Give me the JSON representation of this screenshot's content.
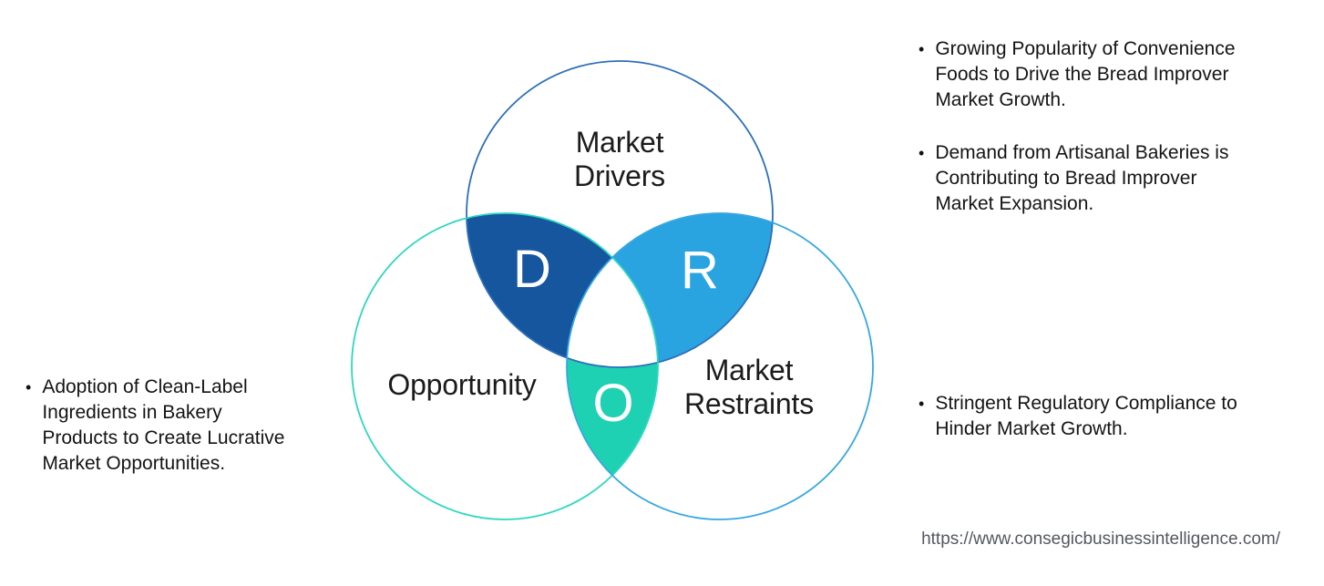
{
  "venn": {
    "top_circle": {
      "label": "Market\nDrivers",
      "outline_color": "#2C6FBA"
    },
    "left_circle": {
      "label": "Opportunity",
      "outline_color": "#2CD7C0"
    },
    "right_circle": {
      "label": "Market\nRestraints",
      "outline_color": "#35A7E3"
    },
    "regions": {
      "drivers_overlap": {
        "letter": "D",
        "color": "#15569E"
      },
      "restraints_overlap": {
        "letter": "R",
        "color": "#2AA3E1"
      },
      "opportunity_overlap": {
        "letter": "O",
        "color": "#1FD1B3"
      }
    },
    "center_color": "#ffffff"
  },
  "bullets": {
    "dot": "•",
    "left": [
      {
        "text": "Adoption of Clean-Label\nIngredients in Bakery\nProducts to Create Lucrative\nMarket Opportunities."
      }
    ],
    "right_top": [
      {
        "text": "Growing Popularity of Convenience\nFoods to Drive the Bread Improver\nMarket Growth."
      },
      {
        "text": "Demand from Artisanal Bakeries is\nContributing to Bread Improver\nMarket Expansion."
      }
    ],
    "right_bottom": [
      {
        "text": "Stringent Regulatory Compliance to\nHinder Market Growth."
      }
    ]
  },
  "footer": {
    "url": "https://www.consegicbusinessintelligence.com/"
  }
}
